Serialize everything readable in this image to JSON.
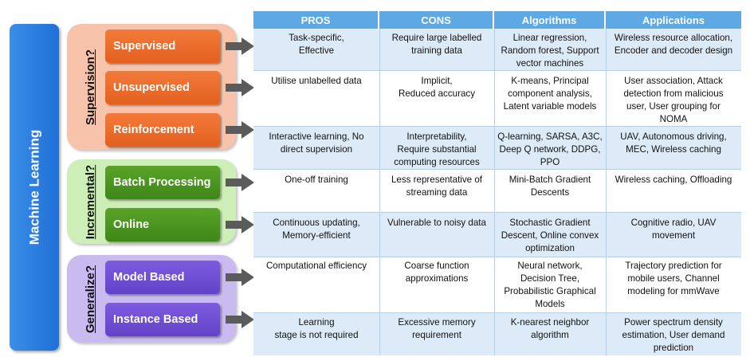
{
  "main_label": "Machine Learning",
  "groups": {
    "supervision": "Supervision?",
    "incremental": "Incremental?",
    "generalize": "Generalize?"
  },
  "methods": [
    "Supervised",
    "Unsupervised",
    "Reinforcement",
    "Batch Processing",
    "Online",
    "Model Based",
    "Instance Based"
  ],
  "table": {
    "headers": [
      "PROS",
      "CONS",
      "Algorithms",
      "Applications"
    ],
    "rows": [
      [
        "Task-specific,\nEffective",
        "Require large labelled\ntraining data",
        "Linear regression,\nRandom forest, Support\nvector machines",
        "Wireless resource allocation,\nEncoder and decoder design"
      ],
      [
        "Utilise unlabelled data",
        "Implicit,\nReduced accuracy",
        "K-means, Principal\ncomponent analysis,\nLatent variable models",
        "User association, Attack\ndetection from malicious\nuser, User grouping for\nNOMA"
      ],
      [
        "Interactive learning, No\ndirect supervision",
        "Interpretability,\nRequire substantial\ncomputing resources",
        "Q-learning, SARSA, A3C,\nDeep Q network,  DDPG,\nPPO",
        "UAV, Autonomous driving,\nMEC, Wireless caching"
      ],
      [
        "One-off training",
        "Less representative of\nstreaming data",
        "Mini-Batch Gradient\nDescents",
        "Wireless caching, Offloading"
      ],
      [
        "Continuous updating,\nMemory-efficient",
        "Vulnerable to noisy data",
        "Stochastic Gradient\nDescent, Online convex\noptimization",
        "Cognitive radio, UAV\nmovement"
      ],
      [
        "Computational efficiency",
        "Coarse function\napproximations",
        "Neural network,\nDecision Tree,\nProbabilistic Graphical\nModels",
        "Trajectory prediction for\nmobile users, Channel\nmodeling for mmWave"
      ],
      [
        "Learning\nstage is not required",
        "Excessive memory\nrequirement",
        "K-nearest neighbor\nalgorithm",
        "Power spectrum density\nestimation, User demand\nprediction"
      ]
    ]
  },
  "colors": {
    "main_bar": "#2b7fe0",
    "header": "#5ea8e3",
    "supervision_panel": "#f7c4ab",
    "incremental_panel": "#cdeeb6",
    "generalize_panel": "#c9baf0",
    "orange": "#ee6c2b",
    "green": "#4a9620",
    "purple": "#6e4ed6",
    "arrow": "#5b5b5b"
  }
}
